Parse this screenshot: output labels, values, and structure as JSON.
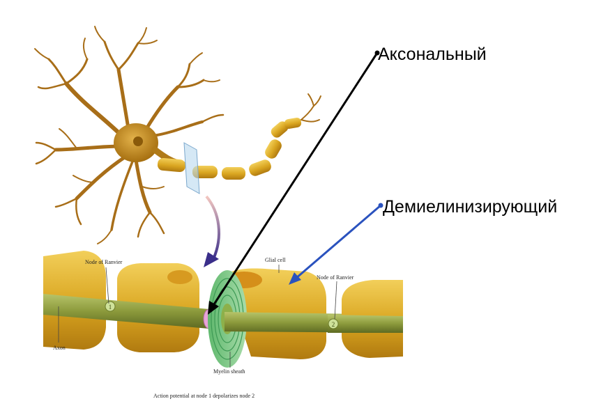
{
  "callouts": {
    "axonal": "Аксональный",
    "demyelinating": "Демиелинизирующий"
  },
  "diagram_labels": {
    "node_of_ranvier_left": "Node of Ranvier",
    "node_of_ranvier_right": "Node of Ranvier",
    "glial_cell": "Glial cell",
    "axon": "Axon",
    "myelin_sheath": "Myelin sheath",
    "node_1": "1",
    "node_2": "2"
  },
  "caption": "Action potential at node 1 depolarizes node 2",
  "colors": {
    "neuron": "#b8860b",
    "myelin": "#e0b030",
    "axon": "#8a9a3a",
    "sheath_rings": "#7fc98a",
    "axonal_arrow": "#000000",
    "demyelinating_arrow": "#2a52be",
    "pointer_arrow": "#4a3a8a"
  }
}
